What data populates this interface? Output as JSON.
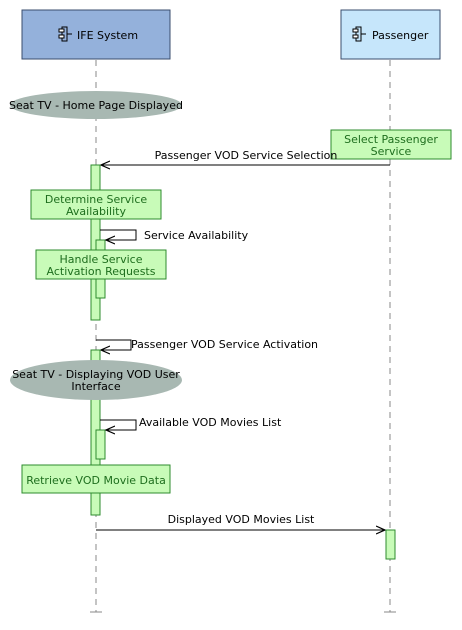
{
  "lifelines": [
    {
      "id": "ife",
      "name": "IFE System",
      "fill": "#94b1db",
      "stroke": "#3a4d6e"
    },
    {
      "id": "passenger",
      "name": "Passenger",
      "fill": "#c6e6fb",
      "stroke": "#3a4d6e"
    }
  ],
  "states": [
    {
      "lines": [
        "Seat TV - Home Page Displayed"
      ]
    },
    {
      "lines": [
        "Seat TV - Displaying VOD User",
        "Interface"
      ]
    }
  ],
  "actions": [
    {
      "lines": [
        "Select Passenger",
        "Service"
      ]
    },
    {
      "lines": [
        "Determine Service",
        "Availability"
      ]
    },
    {
      "lines": [
        "Handle Service",
        "Activation Requests"
      ]
    },
    {
      "lines": [
        "Retrieve VOD Movie Data"
      ]
    }
  ],
  "messages": [
    {
      "label": "Passenger VOD Service Selection",
      "from": "passenger",
      "to": "ife"
    },
    {
      "label": "Service Availability",
      "from": "ife",
      "to": "ife"
    },
    {
      "label": "Passenger VOD Service Activation",
      "from": "ife",
      "to": "ife"
    },
    {
      "label": "Available VOD Movies List",
      "from": "ife",
      "to": "ife"
    },
    {
      "label": "Displayed VOD Movies List",
      "from": "ife",
      "to": "passenger"
    }
  ],
  "colors": {
    "state_fill": "#a8b8b2",
    "action_fill": "#c8fbb8",
    "action_stroke": "#2e8b2e",
    "action_text": "#1e6e1e",
    "activation_fill": "#c8fbb8",
    "activation_stroke": "#2e8b2e",
    "lifeline_dash": "#888888"
  }
}
